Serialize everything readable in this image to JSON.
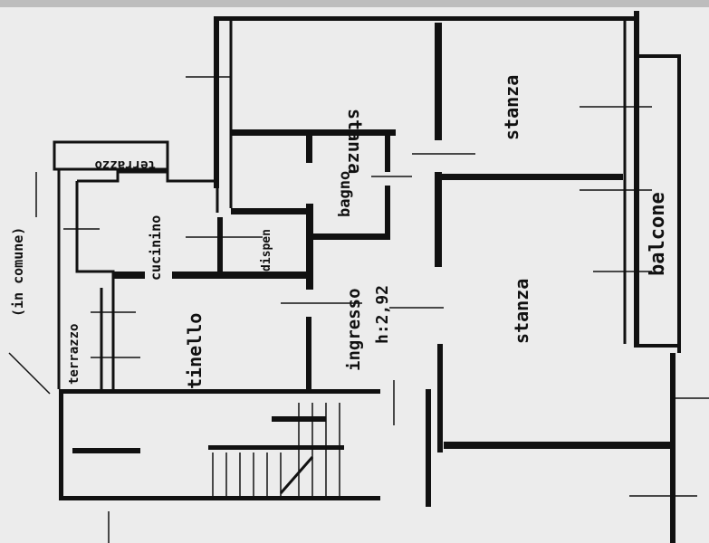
{
  "plan": {
    "rooms": {
      "stanza_top": "stanza",
      "stanza_right": "stanza",
      "stanza_bottom": "stanza",
      "bagno": "bagno",
      "dispensa": "dispen",
      "cucinino": "cucinino",
      "tinello": "tinello",
      "ingresso": "ingresso",
      "height": "h:2,92",
      "balcone": "balcone",
      "terrazzo_top": "terrazzo",
      "terrazzo_left": "terrazzo",
      "in_comune": "(in comune)"
    },
    "colors": {
      "ink": "#111111",
      "paper": "#ececec"
    }
  }
}
